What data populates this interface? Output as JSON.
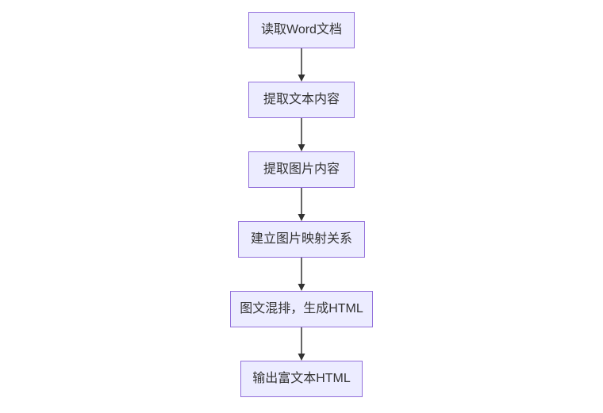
{
  "diagram": {
    "type": "flowchart",
    "direction": "top-down",
    "colors": {
      "background": "#ffffff",
      "node_fill": "#ECECFF",
      "node_border": "#9370DB",
      "node_text": "#333333",
      "arrow": "#333333"
    },
    "nodes": [
      {
        "id": "read-word-doc",
        "label": "读取Word文档"
      },
      {
        "id": "extract-text",
        "label": "提取文本内容"
      },
      {
        "id": "extract-images",
        "label": "提取图片内容"
      },
      {
        "id": "build-image-map",
        "label": "建立图片映射关系"
      },
      {
        "id": "compose-html",
        "label": "图文混排，生成HTML"
      },
      {
        "id": "output-rich-html",
        "label": "输出富文本HTML"
      }
    ],
    "edges": [
      {
        "from": "read-word-doc",
        "to": "extract-text"
      },
      {
        "from": "extract-text",
        "to": "extract-images"
      },
      {
        "from": "extract-images",
        "to": "build-image-map"
      },
      {
        "from": "build-image-map",
        "to": "compose-html"
      },
      {
        "from": "compose-html",
        "to": "output-rich-html"
      }
    ]
  }
}
